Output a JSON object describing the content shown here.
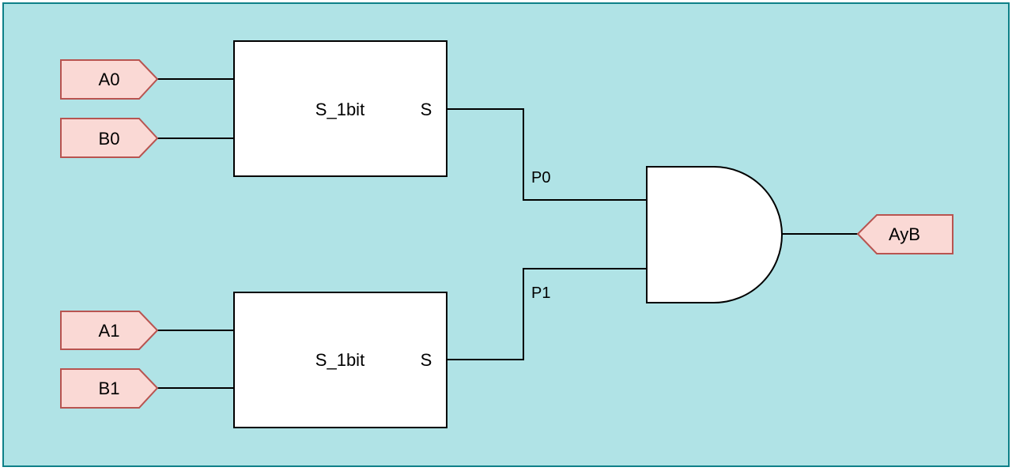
{
  "inputs": {
    "a0": "A0",
    "b0": "B0",
    "a1": "A1",
    "b1": "B1"
  },
  "output": "AyB",
  "blocks": {
    "top": {
      "name": "S_1bit",
      "port": "S"
    },
    "bottom": {
      "name": "S_1bit",
      "port": "S"
    }
  },
  "nets": {
    "p0": "P0",
    "p1": "P1"
  },
  "colors": {
    "background": "#b0e3e6",
    "border": "#0e8088",
    "port_fill": "#fad9d5",
    "port_stroke": "#b85450",
    "block_fill": "#ffffff",
    "wire": "#000000"
  }
}
